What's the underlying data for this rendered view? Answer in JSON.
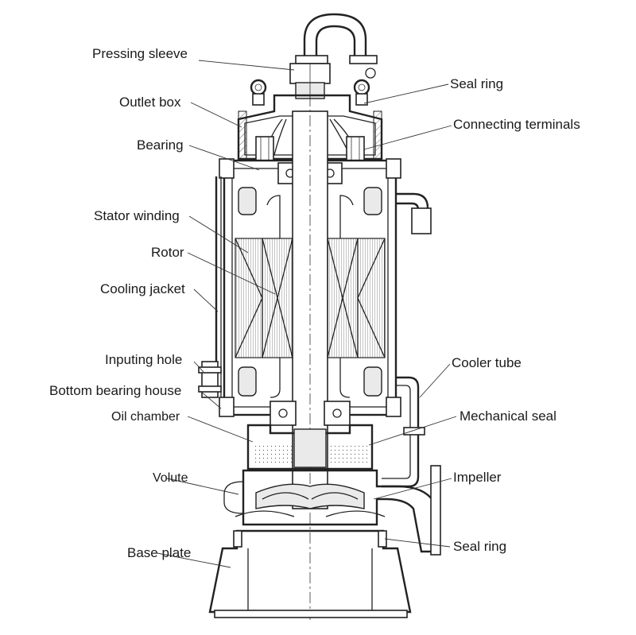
{
  "labels": {
    "pressing_sleeve": "Pressing sleeve",
    "seal_ring_top": "Seal ring",
    "outlet_box": "Outlet box",
    "connecting_terminals": "Connecting terminals",
    "bearing": "Bearing",
    "stator_winding": "Stator winding",
    "rotor": "Rotor",
    "cooling_jacket": "Cooling jacket",
    "inputing_hole": "Inputing hole",
    "bottom_bearing_house": "Bottom bearing house",
    "cooler_tube": "Cooler tube",
    "oil_chamber": "Oil chamber",
    "mechanical_seal": "Mechanical seal",
    "volute": "Volute",
    "impeller": "Impeller",
    "base_plate": "Base plate",
    "seal_ring_bottom": "Seal ring"
  }
}
